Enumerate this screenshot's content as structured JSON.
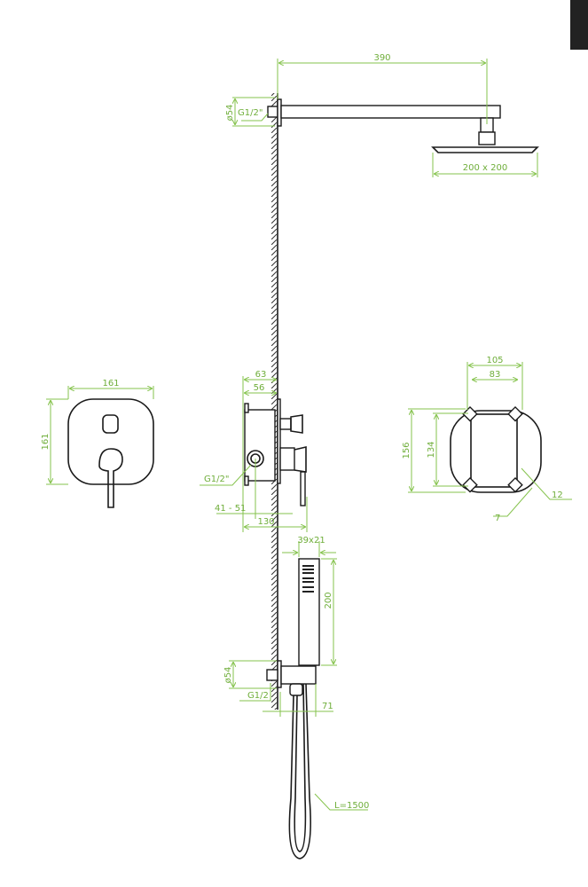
{
  "colors": {
    "dimension": "#86c34e",
    "line": "#1a1a1a"
  },
  "shower_arm": {
    "length": "390",
    "flange_dia": "ø54",
    "thread": "G1/2\"",
    "head_size": "200 x 200"
  },
  "faceplate": {
    "width": "161",
    "height": "161"
  },
  "valve": {
    "dim_63": "63",
    "dim_56": "56",
    "thread": "G1/2\"",
    "depth_range": "41 - 51",
    "dim_130": "130"
  },
  "box": {
    "width_outer": "105",
    "width_inner": "83",
    "height_outer": "156",
    "height_inner": "134",
    "dim_12": "12",
    "dim_7": "7"
  },
  "hand_shower": {
    "section": "39x21",
    "length": "200",
    "flange_dia": "ø54",
    "thread": "G1/2",
    "outlet": "71",
    "hose": "L=1500"
  }
}
